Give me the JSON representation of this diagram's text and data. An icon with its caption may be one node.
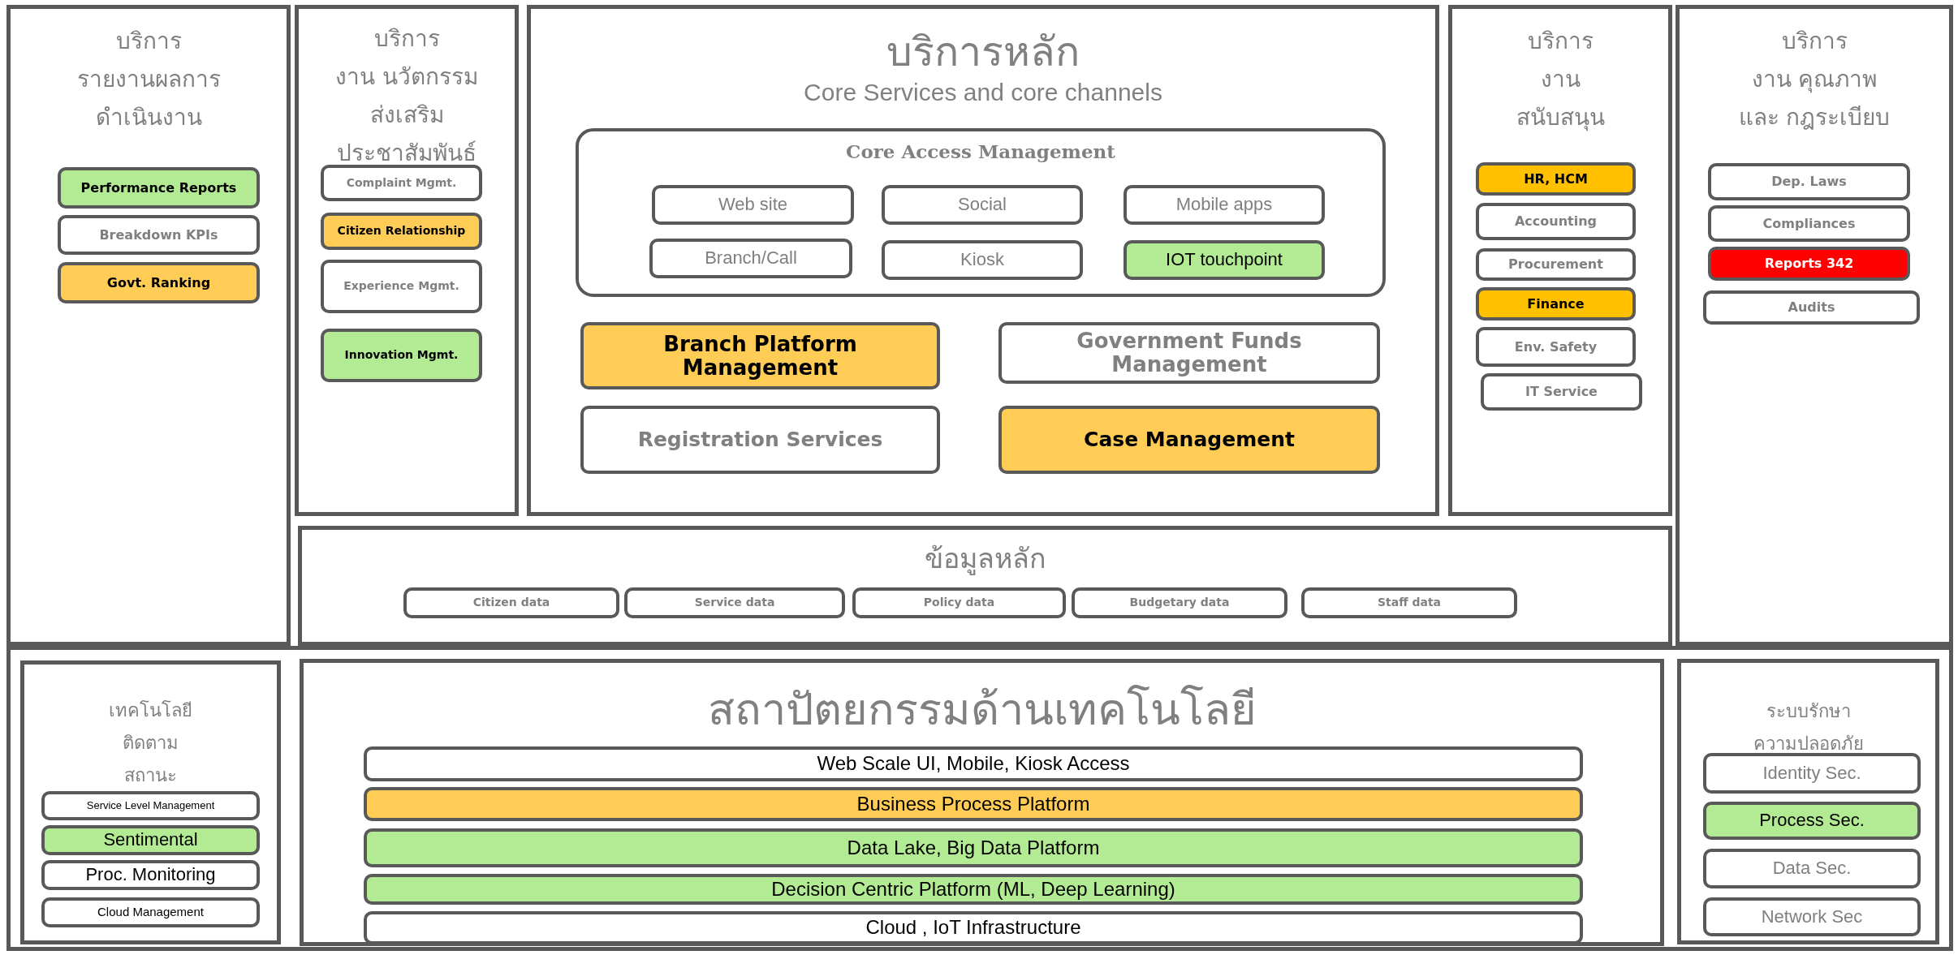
{
  "diagram": {
    "nodes": [
      {
        "text": [
          "บริการ",
          "รายงานผลการ",
          "ดำเนินงาน"
        ]
      },
      {
        "text": [
          "Performance Reports"
        ],
        "in": 0
      },
      {
        "text": [
          "Breakdown KPIs"
        ],
        "in": 0
      },
      {
        "text": [
          "Govt. Ranking"
        ],
        "in": 0
      },
      {
        "text": [
          "บริการ",
          "งาน นวัตกรรม",
          "ส่งเสริม",
          "ประชาสัมพันธ์"
        ]
      },
      {
        "text": [
          "Complaint Mgmt."
        ],
        "in": 4
      },
      {
        "text": [
          "Citizen Relationship"
        ],
        "in": 4
      },
      {
        "text": [
          "Experience Mgmt."
        ],
        "in": 4
      },
      {
        "text": [
          "Innovation Mgmt."
        ],
        "in": 4
      },
      {
        "text": [
          "บริการหลัก",
          "Core Services and core channels"
        ]
      },
      {
        "text": [
          "Core Access Management"
        ],
        "in": 9
      },
      {
        "text": [
          "Web site"
        ],
        "in": 10
      },
      {
        "text": [
          "Social"
        ],
        "in": 10
      },
      {
        "text": [
          "Mobile apps"
        ],
        "in": 10
      },
      {
        "text": [
          "Branch/Call"
        ],
        "in": 10
      },
      {
        "text": [
          "Kiosk"
        ],
        "in": 10
      },
      {
        "text": [
          "IOT touchpoint"
        ],
        "in": 10
      },
      {
        "text": [
          "Branch Platform Management"
        ],
        "in": 9
      },
      {
        "text": [
          "Government Funds Management"
        ],
        "in": 9
      },
      {
        "text": [
          "Registration Services"
        ],
        "in": 9
      },
      {
        "text": [
          "Case Management"
        ],
        "in": 9
      },
      {
        "text": [
          "บริการ",
          "งาน",
          "สนับสนุน"
        ]
      },
      {
        "text": [
          "HR, HCM"
        ],
        "in": 21
      },
      {
        "text": [
          "Accounting"
        ],
        "in": 21
      },
      {
        "text": [
          "Procurement"
        ],
        "in": 21
      },
      {
        "text": [
          "Finance"
        ],
        "in": 21
      },
      {
        "text": [
          "Env. Safety"
        ],
        "in": 21
      },
      {
        "text": [
          "IT Service"
        ],
        "in": 21
      },
      {
        "text": [
          "บริการ",
          "งาน คุณภาพ",
          "และ กฎระเบียบ"
        ]
      },
      {
        "text": [
          "Dep. Laws"
        ],
        "in": 28
      },
      {
        "text": [
          "Compliances"
        ],
        "in": 28
      },
      {
        "text": [
          "Reports 342"
        ],
        "in": 28
      },
      {
        "text": [
          "Audits"
        ],
        "in": 28
      },
      {
        "text": [
          "ข้อมูลหลัก"
        ]
      },
      {
        "text": [
          "Citizen data"
        ],
        "in": 33
      },
      {
        "text": [
          "Service data"
        ],
        "in": 33
      },
      {
        "text": [
          "Policy data"
        ],
        "in": 33
      },
      {
        "text": [
          "Budgetary data"
        ],
        "in": 33
      },
      {
        "text": [
          "Staff data"
        ],
        "in": 33
      },
      {
        "text": [],
        "shape": "box"
      },
      {
        "text": [
          "เทคโนโลยี",
          "ติดตาม",
          "สถานะ"
        ],
        "in": 39
      },
      {
        "text": [
          "Service Level Management"
        ],
        "in": 40
      },
      {
        "text": [
          "Sentimental"
        ],
        "in": 40
      },
      {
        "text": [
          "Proc. Monitoring"
        ],
        "in": 40
      },
      {
        "text": [
          "Cloud Management"
        ],
        "in": 40
      },
      {
        "text": [
          "สถาปัตยกรรมด้านเทคโนโลยี"
        ],
        "in": 39
      },
      {
        "text": [
          "Web Scale UI, Mobile, Kiosk Access"
        ],
        "in": 45
      },
      {
        "text": [
          "Business Process Platform"
        ],
        "in": 45
      },
      {
        "text": [
          "Data Lake, Big Data Platform"
        ],
        "in": 45
      },
      {
        "text": [
          "Decision Centric Platform (ML, Deep Learning)"
        ],
        "in": 45
      },
      {
        "text": [
          "Cloud , IoT Infrastructure"
        ],
        "in": 45
      },
      {
        "text": [
          "ระบบรักษา",
          "ความปลอดภัย"
        ],
        "in": 39
      },
      {
        "text": [
          "Identity Sec."
        ],
        "in": 51
      },
      {
        "text": [
          "Process Sec."
        ],
        "in": 51
      },
      {
        "text": [
          "Data Sec."
        ],
        "in": 51
      },
      {
        "text": [
          "Network Sec"
        ],
        "in": 51
      }
    ]
  }
}
